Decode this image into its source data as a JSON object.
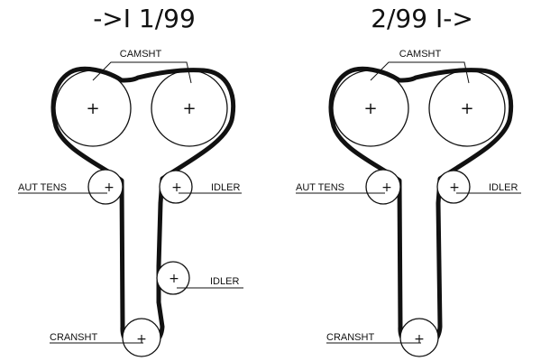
{
  "panels": [
    {
      "title": "->I 1/99",
      "labels": {
        "camshaft": "CAMSHT",
        "auto_tensioner": "AUT TENS",
        "idler_upper": "IDLER",
        "idler_lower": "IDLER",
        "crankshaft": "CRANSHT"
      }
    },
    {
      "title": "2/99 I->",
      "labels": {
        "camshaft": "CAMSHT",
        "auto_tensioner": "AUT TENS",
        "idler_upper": "IDLER",
        "crankshaft": "CRANSHT"
      }
    }
  ],
  "colors": {
    "ink": "#111111",
    "background": "#ffffff"
  }
}
